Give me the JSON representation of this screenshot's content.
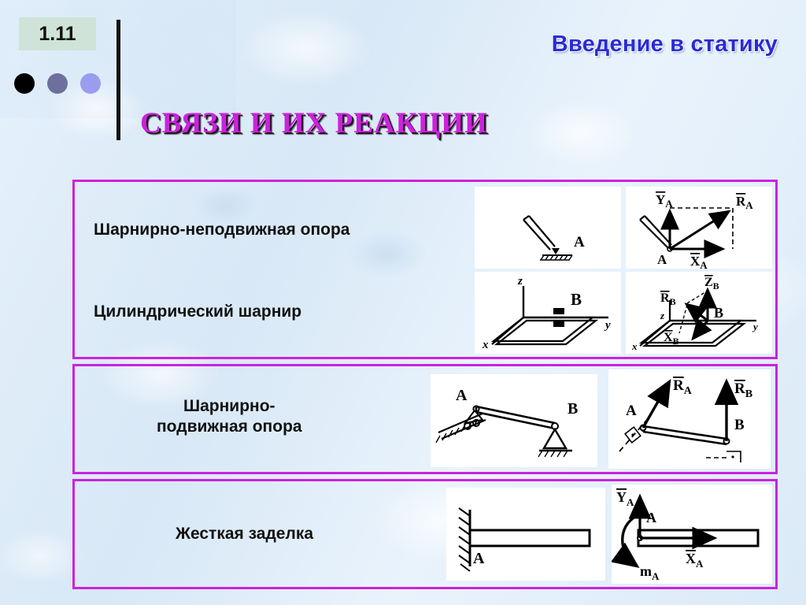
{
  "slide": {
    "number": "1.11",
    "header_title": "Введение в статику",
    "main_title": "СВЯЗИ И ИХ РЕАКЦИИ"
  },
  "colors": {
    "background": "#dfebf8",
    "badge_bg": "#cfe3d8",
    "box_border": "#cc22dd",
    "main_title": "#cc22dd",
    "header_title": "#2b2bd4",
    "dot1": "#000000",
    "dot2": "#6f6f9e",
    "dot3": "#9b9bf0",
    "panel_bg": "#ffffff",
    "diagram_ink": "#000000"
  },
  "dots": [
    "dot-black",
    "dot-slate-purple",
    "dot-light-purple"
  ],
  "boxes": [
    {
      "id": "box-fixed-hinge",
      "labels": [
        "Шарнирно-неподвижная опора",
        "Цилиндрический шарнир"
      ],
      "panels": [
        {
          "id": "panel-pinned-support-scheme",
          "caption": "pinned-support-diagram",
          "points": [
            "A"
          ],
          "vectors": []
        },
        {
          "id": "panel-pinned-support-reactions",
          "caption": "pinned-support-reaction-diagram",
          "points": [
            "A"
          ],
          "vectors": [
            "YA",
            "XA",
            "RA"
          ]
        },
        {
          "id": "panel-cylindrical-hinge-scheme",
          "caption": "cylindrical-hinge-diagram",
          "points": [
            "B"
          ],
          "axes": [
            "x",
            "y",
            "z"
          ],
          "vectors": []
        },
        {
          "id": "panel-cylindrical-hinge-reactions",
          "caption": "cylindrical-hinge-reaction-diagram",
          "points": [
            "B"
          ],
          "axes": [
            "x",
            "y",
            "z"
          ],
          "vectors": [
            "ZB",
            "XB",
            "RB"
          ]
        }
      ]
    },
    {
      "id": "box-roller-support",
      "labels": [
        "Шарнирно-\nподвижная опора"
      ],
      "panels": [
        {
          "id": "panel-roller-beam-scheme",
          "caption": "beam-on-pin-and-roller-diagram",
          "points": [
            "A",
            "B"
          ],
          "vectors": []
        },
        {
          "id": "panel-roller-beam-reactions",
          "caption": "beam-reaction-diagram",
          "points": [
            "A",
            "B"
          ],
          "vectors": [
            "RA",
            "RB"
          ]
        }
      ]
    },
    {
      "id": "box-fixed-end",
      "labels": [
        "Жесткая заделка"
      ],
      "panels": [
        {
          "id": "panel-cantilever-scheme",
          "caption": "cantilever-fixed-end-diagram",
          "points": [
            "A"
          ],
          "vectors": []
        },
        {
          "id": "panel-cantilever-reactions",
          "caption": "cantilever-reaction-diagram",
          "points": [
            "A"
          ],
          "vectors": [
            "YA",
            "XA",
            "mA"
          ]
        }
      ]
    }
  ],
  "vector_labels": {
    "YA": "Y",
    "YA_sub": "A",
    "XA": "X",
    "XA_sub": "A",
    "RA": "R",
    "RA_sub": "A",
    "ZB": "Z",
    "ZB_sub": "B",
    "XB": "X",
    "XB_sub": "B",
    "RB": "R",
    "RB_sub": "B",
    "mA": "m",
    "mA_sub": "A"
  },
  "axis_labels": {
    "x": "x",
    "y": "y",
    "z": "z"
  },
  "point_labels": {
    "A": "A",
    "B": "B"
  }
}
